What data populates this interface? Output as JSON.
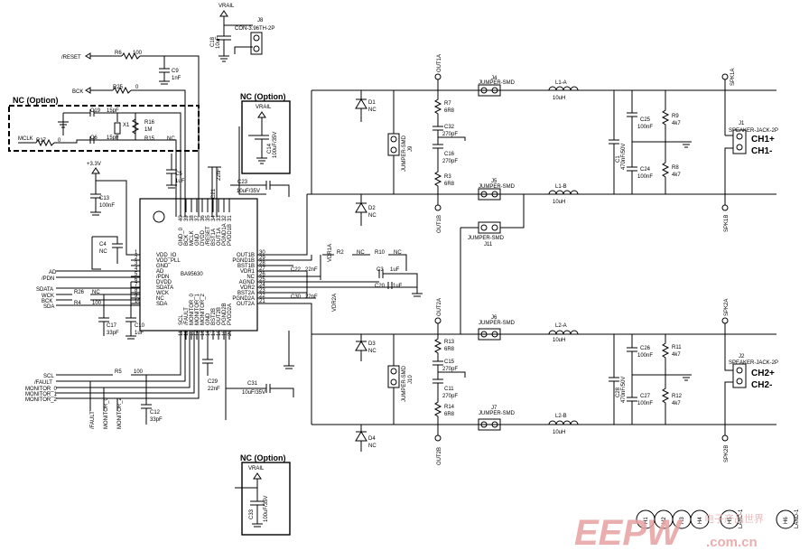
{
  "chip": {
    "name": "BA95630"
  },
  "nc_option": "NC (Option)",
  "rails": {
    "vrail": "VRAIL",
    "v33": "+3.3V"
  },
  "nets": {
    "reset": "/RESET",
    "bck": "BCK",
    "mclk": "MCLK",
    "ad": "AD",
    "pdn": "/PDN",
    "sdata": "SDATA",
    "wck": "WCK",
    "bck2": "BCK",
    "sda": "SDA",
    "scl": "SCL",
    "fault": "/FAULT",
    "mon0": "MONITOR_0",
    "mon1": "MONITOR_1",
    "mon2": "MONITOR_2",
    "out1a": "OUT1A",
    "out1b": "OUT1B",
    "out2a": "OUT2A",
    "out2b": "OUT2B",
    "spk1a": "SPK1A",
    "spk1b": "SPK1B",
    "spk2a": "SPK2A",
    "spk2b": "SPK2B",
    "vdr1a": "VDR1A",
    "vdr2a": "VDR2A",
    "bot_fault": "/FAULT",
    "bot_mon0": "MONITOR_0",
    "bot_mon2": "MONITOR_2",
    "land1": "LAND-1",
    "land2": "LAND-1"
  },
  "pins_left": [
    {
      "num": "1",
      "name": "VDD_IO"
    },
    {
      "num": "2",
      "name": "VDD_PLL"
    },
    {
      "num": "3",
      "name": "GND"
    },
    {
      "num": "4",
      "name": "AD"
    },
    {
      "num": "5",
      "name": "/PDN"
    },
    {
      "num": "6",
      "name": "DVDD"
    },
    {
      "num": "7",
      "name": "SDATA"
    },
    {
      "num": "8",
      "name": "WCK"
    },
    {
      "num": "9",
      "name": "NC"
    },
    {
      "num": "10",
      "name": "SDA"
    }
  ],
  "pins_right": [
    {
      "num": "30",
      "name": "OUT1B"
    },
    {
      "num": "29",
      "name": "PGND1B"
    },
    {
      "num": "28",
      "name": "BST1B"
    },
    {
      "num": "27",
      "name": "VDR1"
    },
    {
      "num": "26",
      "name": "NC"
    },
    {
      "num": "25",
      "name": "AGND"
    },
    {
      "num": "24",
      "name": "VDR2"
    },
    {
      "num": "23",
      "name": "BST2A"
    },
    {
      "num": "22",
      "name": "PGND2A"
    },
    {
      "num": "21",
      "name": "OUT2A"
    }
  ],
  "pins_top": [
    {
      "num": "40",
      "name": "GND_0"
    },
    {
      "num": "39",
      "name": "BCK"
    },
    {
      "num": "38",
      "name": "MCLK"
    },
    {
      "num": "37",
      "name": "GND"
    },
    {
      "num": "36",
      "name": "DVDD"
    },
    {
      "num": "35",
      "name": "/RESET"
    },
    {
      "num": "34",
      "name": "BST1A"
    },
    {
      "num": "33",
      "name": "OUT1A"
    },
    {
      "num": "32",
      "name": "PGND1A"
    },
    {
      "num": "31",
      "name": "PVDD1B"
    }
  ],
  "pins_bottom": [
    {
      "num": "11",
      "name": "SCL"
    },
    {
      "num": "12",
      "name": "/FAULT"
    },
    {
      "num": "13",
      "name": "MONITOR_0"
    },
    {
      "num": "14",
      "name": "MONITOR_1"
    },
    {
      "num": "15",
      "name": "MONITOR_2"
    },
    {
      "num": "16",
      "name": "GND"
    },
    {
      "num": "17",
      "name": "BST2B"
    },
    {
      "num": "18",
      "name": "OUT2B"
    },
    {
      "num": "19",
      "name": "PGND2B"
    },
    {
      "num": "20",
      "name": "PVDD2A"
    }
  ],
  "parts": {
    "j8": "J8",
    "j8v": "CON-3.96TH-2P",
    "c18": "C18",
    "c18v": "10uF",
    "r6": "R6",
    "r6v": "100",
    "c9": "C9",
    "c9v": "1nF",
    "r25": "R25",
    "r25v": "0",
    "c19": "C19",
    "c19v": "15pF",
    "r16": "R16",
    "r16v": "1M",
    "x1": "X1",
    "c6": "C6",
    "c6v": "15pF",
    "r15": "R15",
    "r15v": "NC",
    "r17": "R17",
    "r17v": "0",
    "c14": "C14",
    "c14v": "100uF/35V",
    "c5": "C5",
    "c5v": "1uF",
    "c21": "C21",
    "c21v": "22nF",
    "c23": "C23",
    "c23v": "10uF/35V",
    "c13": "C13",
    "c13v": "100nF",
    "c4": "C4",
    "c4v": "NC",
    "r26": "R26",
    "r26v": "NC",
    "r4": "R4",
    "r4v": "100",
    "c17": "C17",
    "c17v": "33pF",
    "c10": "C10",
    "c10v": "1uF",
    "r5": "R5",
    "r5v": "100",
    "c12": "C12",
    "c12v": "33pF",
    "c29": "C29",
    "c29v": "22nF",
    "c31": "C31",
    "c31v": "10uF/35V",
    "c33": "C33",
    "c33v": "100uF/35V",
    "r2": "R2",
    "r2v": "NC",
    "r10": "R10",
    "r10v": "NC",
    "c3": "C3",
    "c3v": "1uF",
    "c20": "C20",
    "c20v": "1uF",
    "c22": "C22",
    "c22v": "22nF",
    "c30": "C30",
    "c30v": "22nF",
    "d1": "D1",
    "d1v": "NC",
    "d2": "D2",
    "d2v": "NC",
    "d3": "D3",
    "d3v": "NC",
    "d4": "D4",
    "d4v": "NC",
    "j9": "JUMPER-SMD",
    "j9n": "J9",
    "j10": "JUMPER-SMD",
    "j10n": "J10",
    "r7": "R7",
    "r7v": "6R8",
    "c32": "C32",
    "c32v": "270pF",
    "c16": "C16",
    "c16v": "270pF",
    "r3": "R3",
    "r3v": "6R8",
    "r13": "R13",
    "r13v": "6R8",
    "c15": "C15",
    "c15v": "270pF",
    "c11": "C11",
    "c11v": "270pF",
    "r14": "R14",
    "r14v": "6R8",
    "j4": "J4",
    "j4v": "JUMPER-SMD",
    "j5": "J5",
    "j5v": "JUMPER-SMD",
    "j11": "JUMPER-SMD",
    "j11n": "J11",
    "j6": "J6",
    "j6v": "JUMPER-SMD",
    "j7": "J7",
    "j7v": "JUMPER-SMD",
    "l1a": "L1-A",
    "l1av": "10uH",
    "l1b": "L1-B",
    "l1bv": "10uH",
    "l2a": "L2-A",
    "l2av": "10uH",
    "l2b": "L2-B",
    "l2bv": "10uH",
    "c1": "C1",
    "c1v": "470nF/50V",
    "c25": "C25",
    "c25v": "100nF",
    "c24": "C24",
    "c24v": "100nF",
    "r9": "R9",
    "r9v": "4k7",
    "r8": "R8",
    "r8v": "4k7",
    "c28": "C28",
    "c28v": "470nF/50V",
    "c26": "C26",
    "c26v": "100nF",
    "c27": "C27",
    "c27v": "100nF",
    "r11": "R11",
    "r11v": "4k7",
    "r12": "R12",
    "r12v": "4k7",
    "j1": "J1",
    "j1v": "SPEAKER-JACK-2P",
    "j2": "J2",
    "j2v": "SPEAKER-JACK-2P",
    "h1": "H1",
    "h2": "H2",
    "h3": "H3",
    "h4": "H4",
    "h5": "H5",
    "h6": "H6"
  },
  "channels": {
    "ch1p": "CH1+",
    "ch1m": "CH1-",
    "ch2p": "CH2+",
    "ch2m": "CH2-"
  },
  "watermark": {
    "logo": "EEPW",
    "site": ".com.cn",
    "cn": "电子产品世界"
  }
}
